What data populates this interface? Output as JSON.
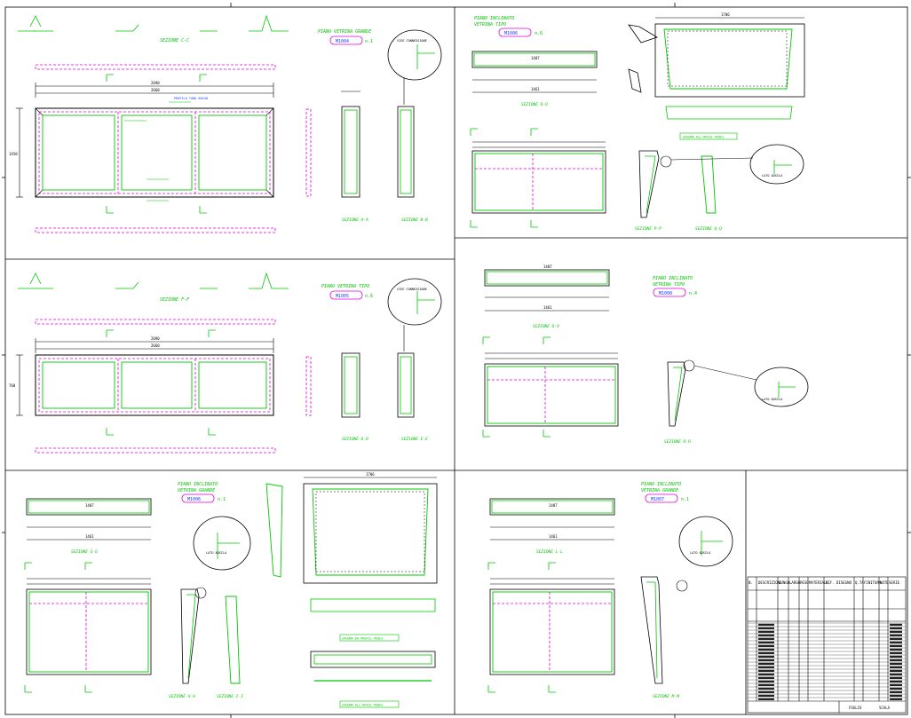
{
  "colors": {
    "frame": "#000000",
    "green": "#00c800",
    "magenta": "#e000e0",
    "blue": "#1a3cff",
    "cyan": "#00b4c8"
  },
  "panels": {
    "p1": {
      "title": "PIANO VETRINA GRANDE",
      "tag": "M1004",
      "qty": "n.1",
      "sec_top": "SEZIONE C-C",
      "sec_a": "SEZIONE A-A",
      "sec_b": "SEZIONE B-B",
      "dim_total": "2690",
      "dim_inner": "2660",
      "dim_height": "1450",
      "detail": "VISE CONNESSIONE",
      "profile_label": "PROFILO TUBO 60X40"
    },
    "p2": {
      "title": "PIANO VETRINA TIPO",
      "tag": "M1005",
      "qty": "n.6",
      "sec_top": "SEZIONE F-F",
      "sec_d": "SEZIONE D-D",
      "sec_e": "SEZIONE E-E",
      "dim_total": "2690",
      "dim_inner": "2660",
      "dim_height": "760",
      "detail": "VISE CONNESSIONE"
    },
    "p3": {
      "title_1": "PIANO INCLINATO",
      "title_2": "VETRINA TIPO",
      "tag": "M1006",
      "qty": "n.6",
      "sec_top": "SEZIONE O-O",
      "sec_p": "SEZIONE P-P",
      "sec_q": "SEZIONE Q-Q",
      "dim_total": "1461",
      "dim_inner": "1407",
      "dim_big": "1706",
      "caption": "SAGOMA ALL'ARIOL PEDES",
      "tape": "LATO ADSILA"
    },
    "p4": {
      "title_1": "PIANO INCLINATO",
      "title_2": "VETRINA TIPO",
      "tag": "M1008",
      "qty": "n.4",
      "sec_top": "SEZIONE O-O",
      "sec_r": "SEZIONE R-R",
      "dim_total": "1461",
      "dim_inner": "1407",
      "tape": "LATO ADSILA"
    },
    "p5": {
      "title_1": "PIANO INCLINATO",
      "title_2": "VETRINA GRANDE",
      "tag": "M1006",
      "qty": "n.1",
      "sec_top": "SEZIONE G-G",
      "sec_h": "SEZIONE H-H",
      "sec_i": "SEZIONE I-I",
      "dim_total": "1461",
      "dim_inner": "1407",
      "dim_big": "1706",
      "caption_1": "SAGOMA DA PROFIL PEDES",
      "caption_2": "SAGOMA ALL'ARIOL PEDES",
      "tape": "LATO ADSILA"
    },
    "p6": {
      "title_1": "PIANO INCLINATO",
      "title_2": "VETRINA GRANDE",
      "tag": "M1007",
      "qty": "n.1",
      "sec_top": "SEZIONE L-L",
      "sec_m": "SEZIONE M-M",
      "dim_total": "1461",
      "dim_inner": "1407",
      "tape": "LATO ADSILA"
    }
  },
  "title_block": {
    "headers": [
      "N.",
      "DESCRIZIONE",
      "LUNGH.",
      "LARGH.",
      "PESO",
      "MATERIALE",
      "RIF. DISEGNO",
      "Q.TA",
      "FINITURA",
      "NOTE",
      "SERIE"
    ],
    "footer_left": "FOGLIO",
    "footer_right": "SCALA"
  }
}
